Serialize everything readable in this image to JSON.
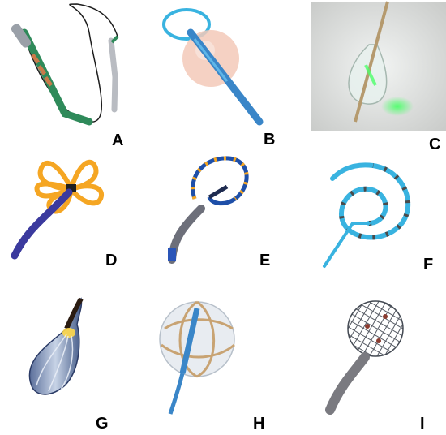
{
  "panels": [
    {
      "id": "A",
      "label": "A",
      "subject": "catheter-with-spiral-lead"
    },
    {
      "id": "B",
      "label": "B",
      "subject": "balloon-catheter-with-loop"
    },
    {
      "id": "C",
      "label": "C",
      "subject": "cryoballoon-photo"
    },
    {
      "id": "D",
      "label": "D",
      "subject": "petal-electrode-catheter"
    },
    {
      "id": "E",
      "label": "E",
      "subject": "circular-mapping-catheter"
    },
    {
      "id": "F",
      "label": "F",
      "subject": "spiral-catheter"
    },
    {
      "id": "G",
      "label": "G",
      "subject": "laser-balloon"
    },
    {
      "id": "H",
      "label": "H",
      "subject": "basket-balloon-catheter"
    },
    {
      "id": "I",
      "label": "I",
      "subject": "mesh-sphere-catheter"
    }
  ],
  "colors": {
    "background": "#ffffff",
    "label": "#000000",
    "blue_shaft": "#3a86c8",
    "cyan_wire": "#39b3e0",
    "purple_shaft": "#3b3a9e",
    "orange_petal": "#f5a623",
    "green_shaft": "#2f8a5a",
    "photo_green": "#4dff6a",
    "grey_shaft": "#7a7a80",
    "balloon_pink": "#f3c9b8"
  }
}
